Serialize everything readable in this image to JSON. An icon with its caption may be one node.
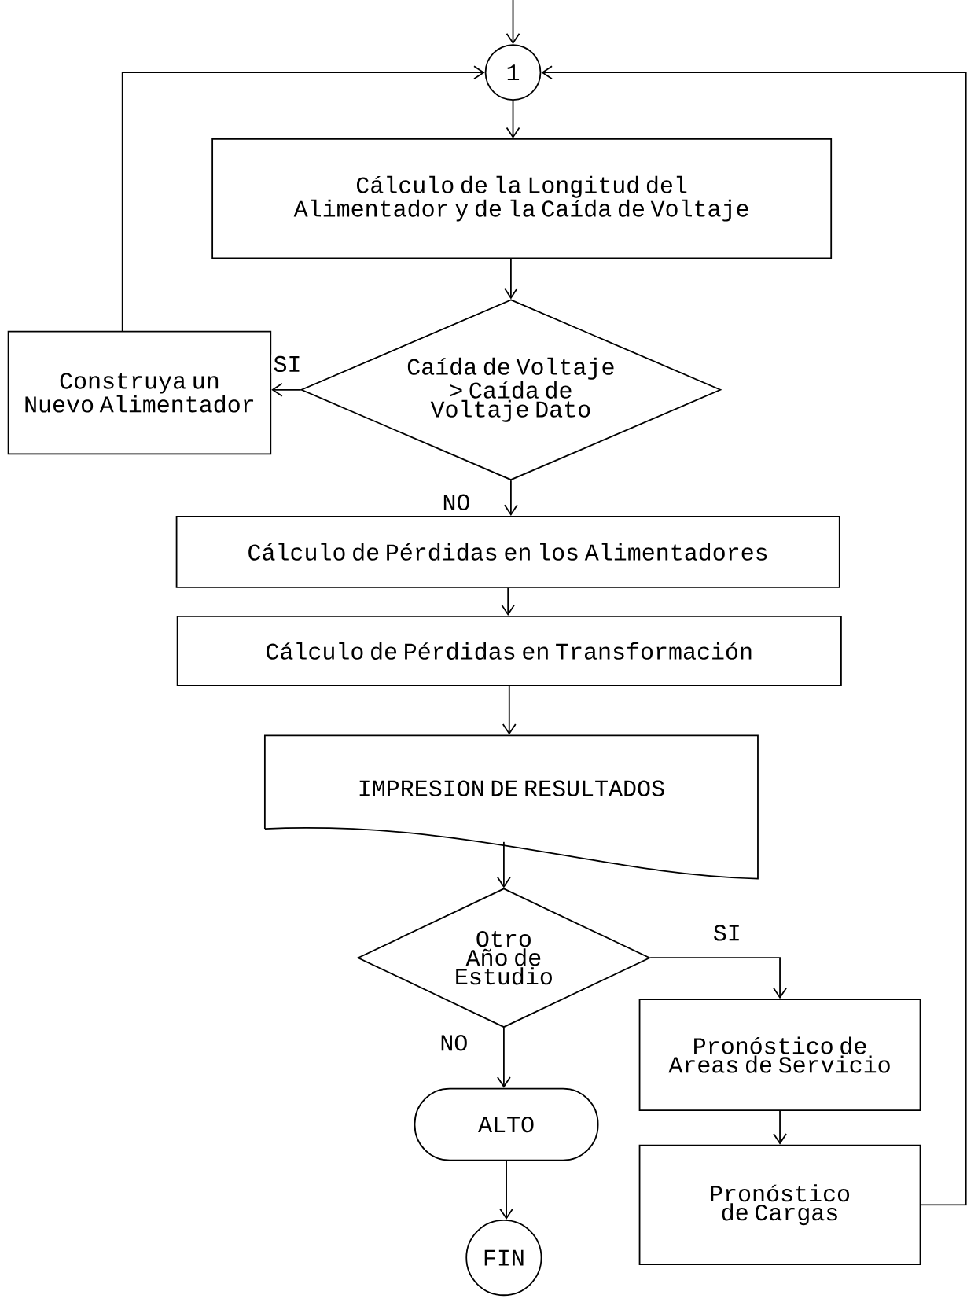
{
  "diagram": {
    "nodes": [
      {
        "text": [
          "1"
        ]
      },
      {
        "text": [
          "Cálculo de la Longitud del Alimentador y de la Caída de Voltaje"
        ]
      },
      {
        "text": [
          "Caída de Voltaje > Caída de Voltaje Dato"
        ]
      },
      {
        "text": [
          "Construya un Nuevo Alimentador"
        ]
      },
      {
        "text": [
          "Cálculo de Pérdidas en los Alimentadores"
        ]
      },
      {
        "text": [
          "Cálculo de Pérdidas en Transformación"
        ]
      },
      {
        "text": [
          "IMPRESION DE RESULTADOS"
        ]
      },
      {
        "text": [
          "Otro Año de Estudio"
        ]
      },
      {
        "text": [
          "Pronóstico de Areas de Servicio"
        ]
      },
      {
        "text": [
          "ALTO"
        ]
      },
      {
        "text": [
          "FIN"
        ]
      },
      {
        "text": [
          "Pronóstico de Cargas"
        ]
      }
    ],
    "edges": [
      {
        "from": null,
        "to": 0,
        "arrow": "to"
      },
      {
        "from": 0,
        "to": 1,
        "arrow": "to"
      },
      {
        "from": 1,
        "to": 2,
        "arrow": "to"
      },
      {
        "from": 2,
        "to": 3,
        "arrow": "to",
        "label": "SI"
      },
      {
        "from": 3,
        "to": 0,
        "arrow": "to"
      },
      {
        "from": 2,
        "to": 4,
        "arrow": "to",
        "label": "NO"
      },
      {
        "from": 4,
        "to": 5,
        "arrow": "to"
      },
      {
        "from": 5,
        "to": 6,
        "arrow": "to"
      },
      {
        "from": 6,
        "to": 7,
        "arrow": "to"
      },
      {
        "from": 7,
        "to": 8,
        "arrow": "to",
        "label": "SI"
      },
      {
        "from": 7,
        "to": 9,
        "arrow": "to",
        "label": "NO"
      },
      {
        "from": 9,
        "to": 10,
        "arrow": "to"
      },
      {
        "from": 8,
        "to": 11,
        "arrow": "to"
      },
      {
        "from": 11,
        "to": 0,
        "arrow": "to"
      }
    ]
  }
}
